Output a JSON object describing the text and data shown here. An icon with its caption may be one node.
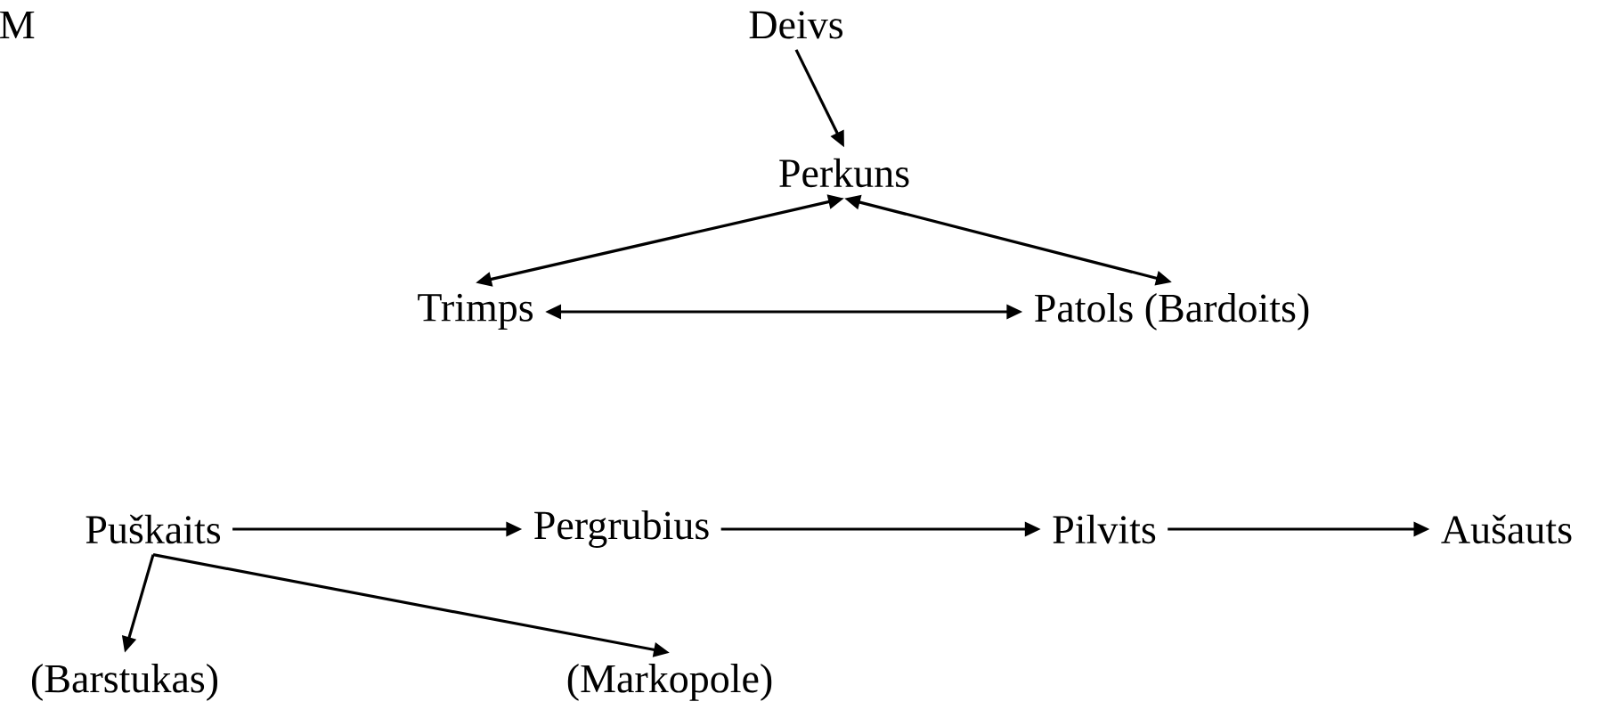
{
  "diagram": {
    "nodes": [
      {
        "text": [
          "Deivs"
        ]
      },
      {
        "text": [
          "Perkuns"
        ]
      },
      {
        "text": [
          "Trimps"
        ]
      },
      {
        "text": [
          "Patols (Bardoits)"
        ]
      },
      {
        "text": [
          "Puškaits"
        ]
      },
      {
        "text": [
          "Pergrubius"
        ]
      },
      {
        "text": [
          "Pilvits"
        ]
      },
      {
        "text": [
          "Aušauts"
        ]
      },
      {
        "text": [
          "(Barstukas)"
        ]
      },
      {
        "text": [
          "(Markopole)"
        ]
      }
    ],
    "edges": [
      {
        "from": 0,
        "to": 1,
        "arrow": "to"
      },
      {
        "from": 1,
        "to": 2,
        "arrow": "both"
      },
      {
        "from": 1,
        "to": 3,
        "arrow": "both"
      },
      {
        "from": 2,
        "to": 3,
        "arrow": "both"
      },
      {
        "from": 4,
        "to": 5,
        "arrow": "to"
      },
      {
        "from": 5,
        "to": 6,
        "arrow": "to"
      },
      {
        "from": 6,
        "to": 7,
        "arrow": "to"
      },
      {
        "from": 4,
        "to": 8,
        "arrow": "to"
      },
      {
        "from": 4,
        "to": 9,
        "arrow": "to"
      }
    ],
    "labels": [
      "M"
    ]
  }
}
